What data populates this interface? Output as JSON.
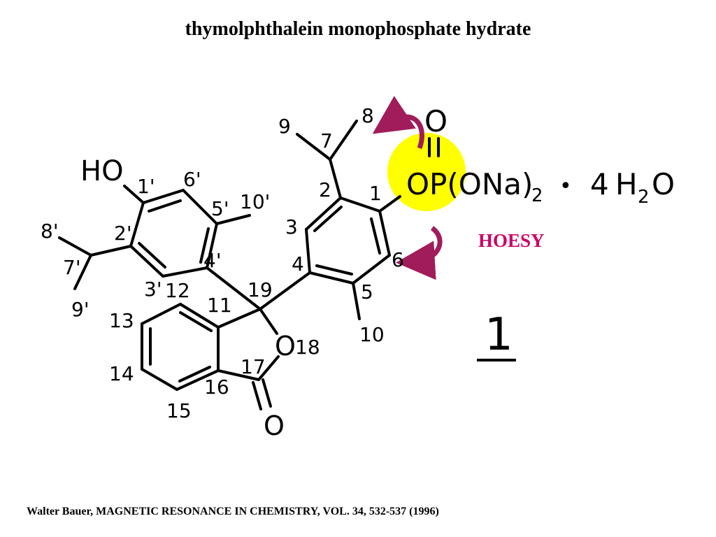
{
  "title": "thymolphthalein monophosphate hydrate",
  "citation": "Walter Bauer,  MAGNETIC RESONANCE IN CHEMISTRY, VOL. 34, 532-537 (1996)",
  "annotation": "HOESY",
  "compound_number": "1",
  "formula": {
    "o_double": "O",
    "op_group": "OP(ONa)",
    "op_subscript": "2",
    "dot": "•",
    "water_coef": "4",
    "water_h": "H",
    "water_sub": "2",
    "water_o": "O"
  },
  "atoms": {
    "ho": "HO",
    "o18": "O",
    "o_carbonyl": "O"
  },
  "numbering": {
    "n1p": "1'",
    "n2p": "2'",
    "n3p": "3'",
    "n4p": "4'",
    "n5p": "5'",
    "n6p": "6'",
    "n7p": "7'",
    "n8p": "8'",
    "n9p": "9'",
    "n10p": "10'",
    "n1": "1",
    "n2": "2",
    "n3": "3",
    "n4": "4",
    "n5": "5",
    "n6": "6",
    "n7": "7",
    "n8": "8",
    "n9": "9",
    "n10": "10",
    "n11": "11",
    "n12": "12",
    "n13": "13",
    "n14": "14",
    "n15": "15",
    "n16": "16",
    "n17": "17",
    "n18": "18",
    "n19": "19"
  },
  "colors": {
    "highlight": "#ffff00",
    "arrow": "#a01c5a",
    "hoesy": "#cc0066",
    "ink": "#000000"
  }
}
